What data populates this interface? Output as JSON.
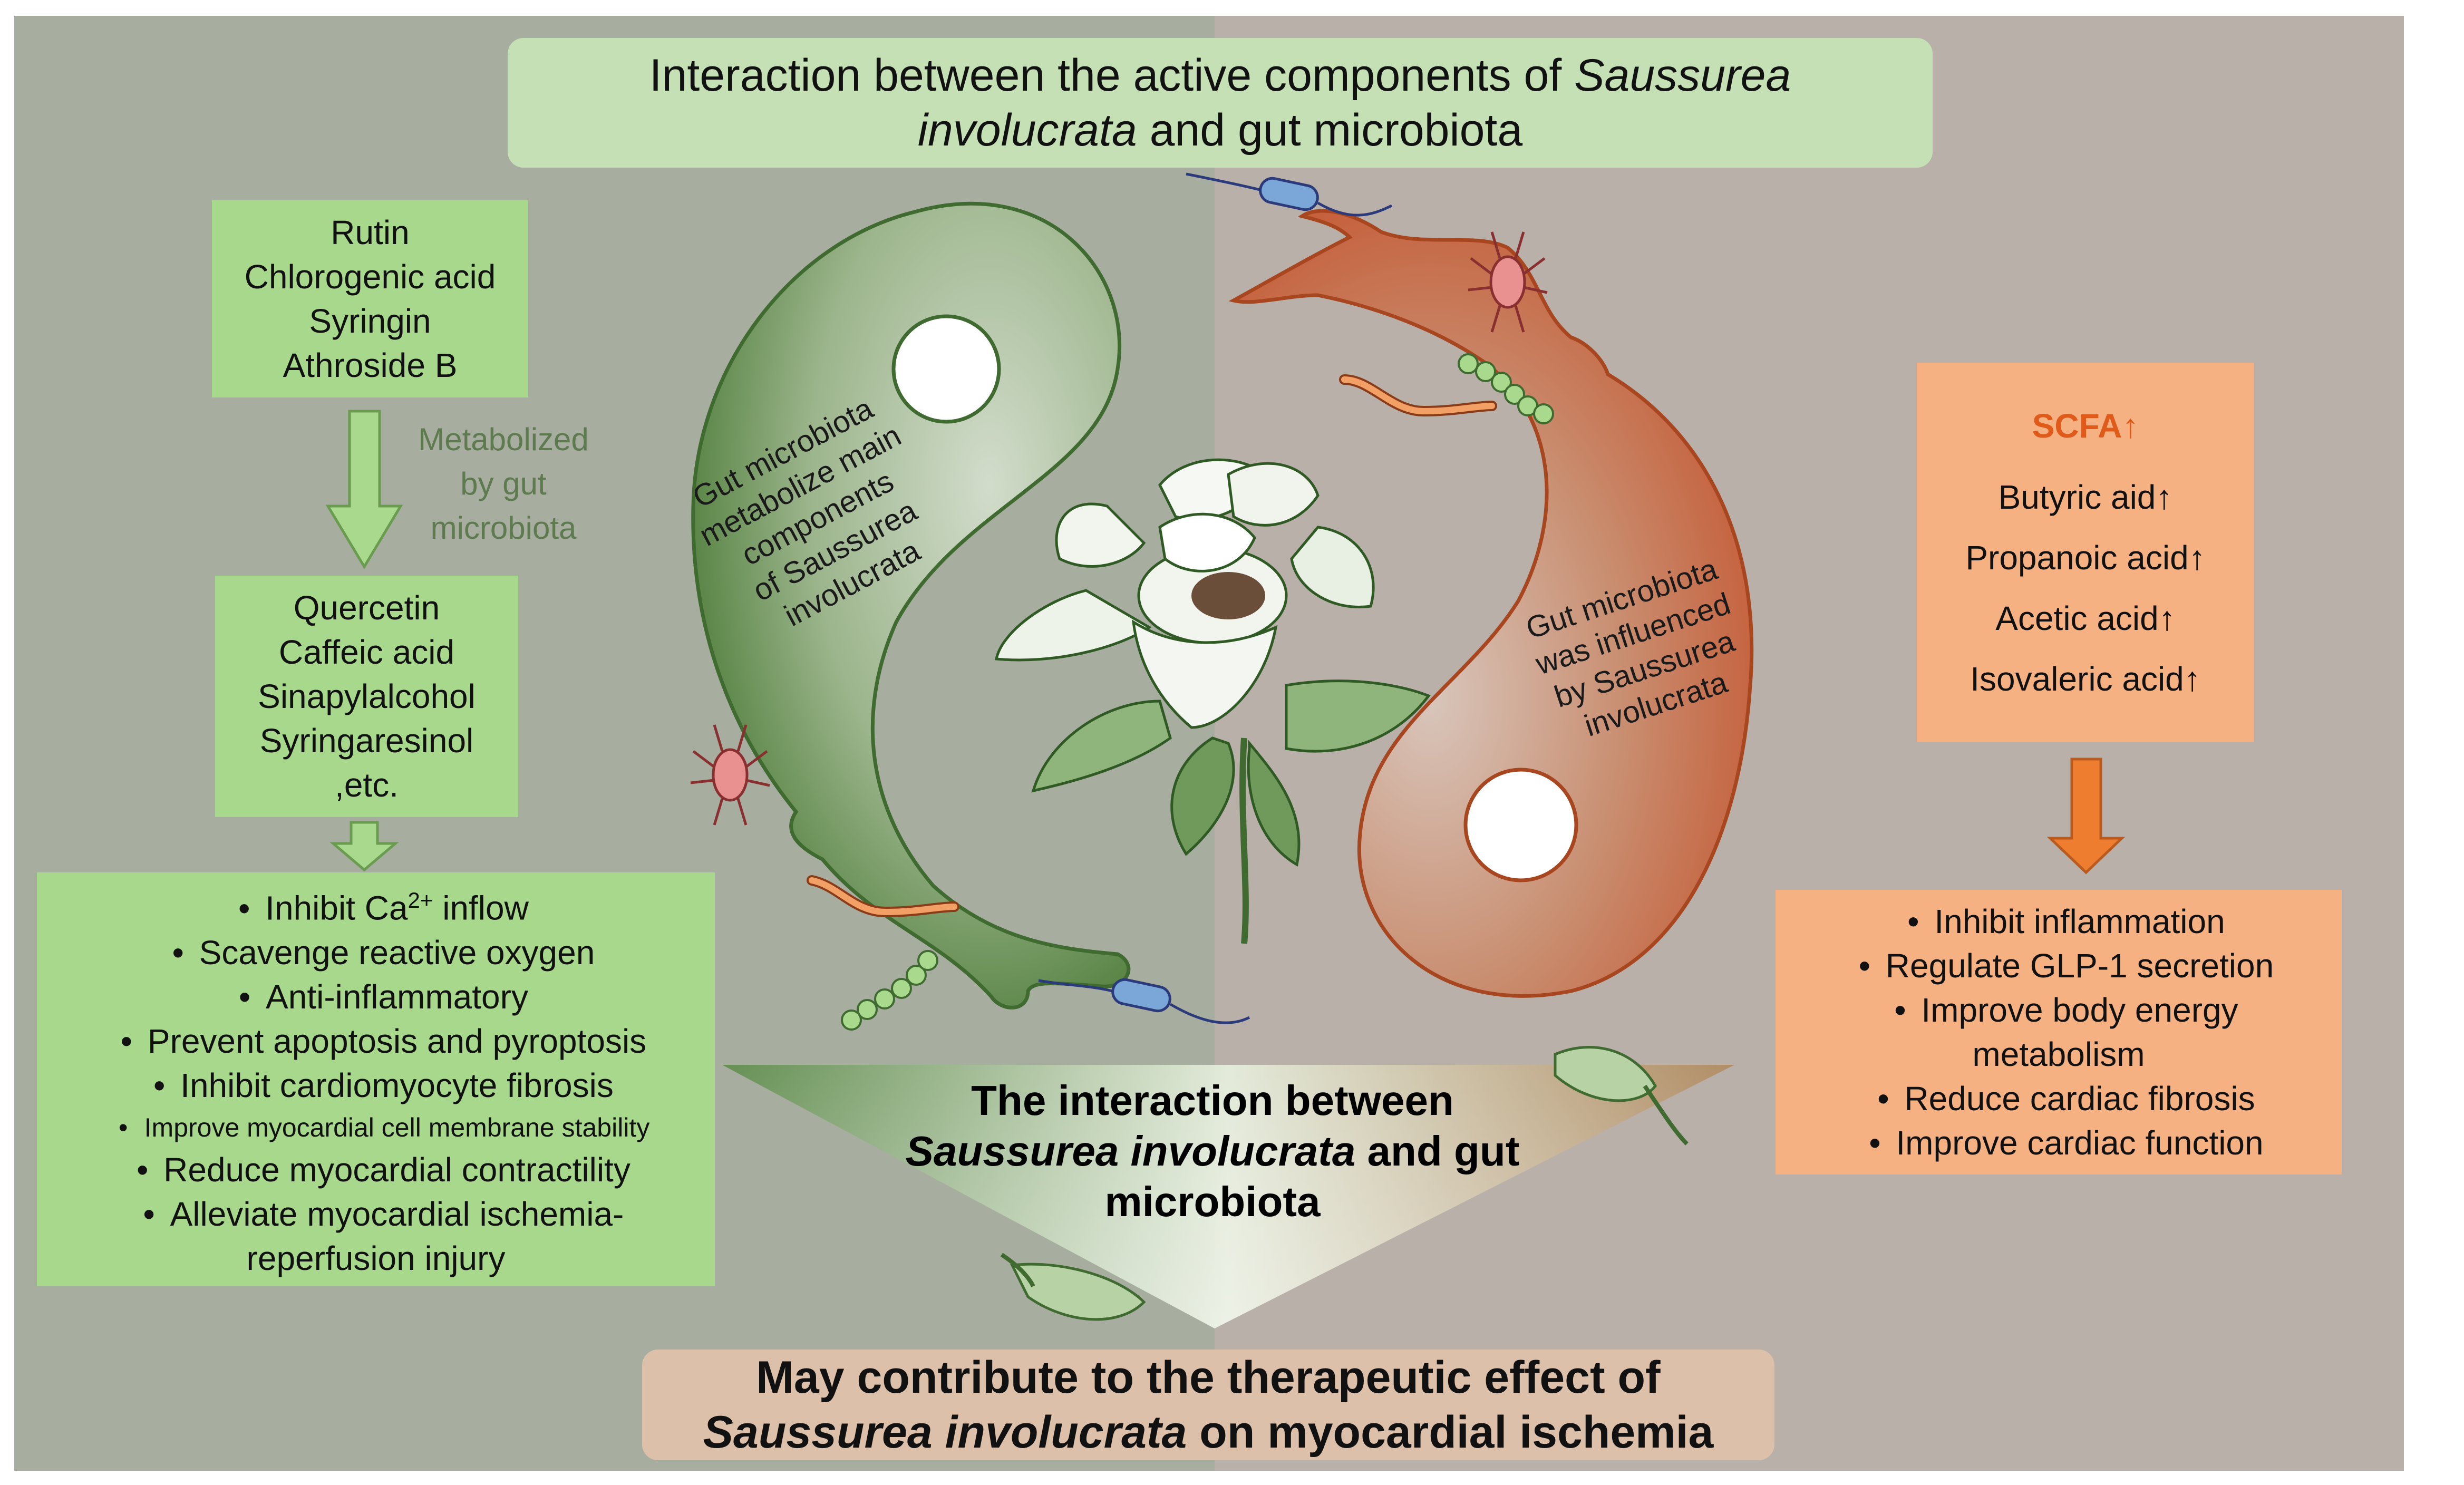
{
  "title": {
    "part1": "Interaction between the active components of ",
    "italic1": "Saussurea",
    "italic2": "involucrata",
    "part2": " and gut microbiota"
  },
  "components": [
    "Rutin",
    "Chlorogenic acid",
    "Syringin",
    "Athroside B"
  ],
  "metabolized_label": [
    "Metabolized",
    "by gut",
    "microbiota"
  ],
  "metabolites": [
    "Quercetin",
    "Caffeic acid",
    "Sinapylalcohol",
    "Syringaresinol",
    ",etc."
  ],
  "effects_left": {
    "ca_pre": "Inhibit Ca",
    "ca_sup": "2+",
    "ca_post": " inflow",
    "items": [
      "Scavenge  reactive oxygen",
      "Anti-inflammatory",
      "Prevent apoptosis and pyroptosis",
      "Inhibit cardiomyocyte fibrosis",
      "Improve myocardial cell membrane stability",
      "Reduce  myocardial contractility",
      "Alleviate myocardial ischemia-"
    ],
    "continuation": "reperfusion injury"
  },
  "left_shape_label": [
    "Gut microbiota",
    "metabolize main",
    "components",
    "of Saussurea",
    "involucrata"
  ],
  "right_shape_label": [
    "Gut microbiota",
    "was influenced",
    "by Saussurea",
    "involucrata"
  ],
  "scfa": {
    "title": "SCFA↑",
    "items": [
      "Butyric aid↑",
      "Propanoic acid↑",
      "Acetic acid↑",
      "Isovaleric acid↑"
    ]
  },
  "effects_right": {
    "items": [
      "Inhibit inflammation",
      "Regulate GLP-1 secretion",
      "Improve body energy"
    ],
    "continuation": "metabolism",
    "items2": [
      "Reduce cardiac fibrosis",
      "Improve cardiac function"
    ]
  },
  "center": {
    "line1": "The interaction between",
    "italic": "Saussurea involucrata",
    "line2_post": " and gut",
    "line3": "microbiota"
  },
  "conclusion": {
    "line1": "May contribute to the therapeutic effect of",
    "italic": "Saussurea involucrata",
    "line2_post": " on myocardial ischemia"
  },
  "colors": {
    "bg_left": "#a7ad9f",
    "bg_right": "#b9b0a9",
    "green_box": "#a7d88b",
    "orange_box": "#f6b183",
    "title_box": "#c5e0b5",
    "bottom_box": "#ddc0a9",
    "scfa_title": "#e05a1a",
    "green_shape": "#4f7a3d",
    "orange_shape": "#c25a33",
    "arrow_green": "#a9d98d",
    "arrow_orange": "#ee7d2f"
  }
}
